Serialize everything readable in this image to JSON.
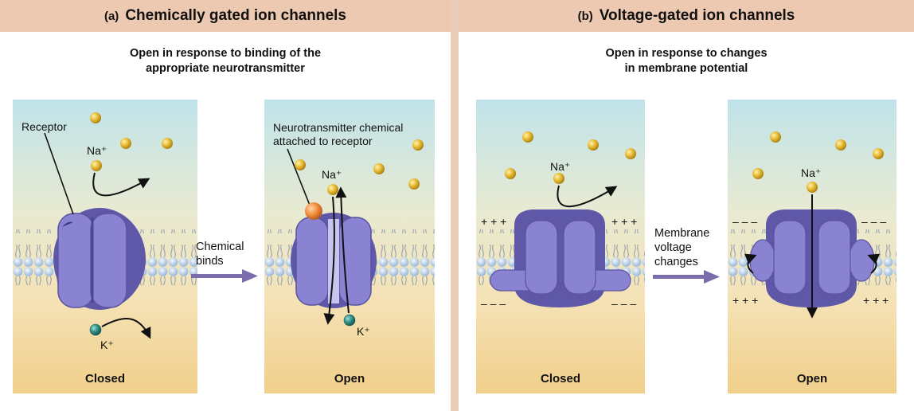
{
  "panel_a": {
    "letter": "(a)",
    "title": "Chemically gated ion channels",
    "subtitle_line1": "Open in response to binding of the",
    "subtitle_line2": "appropriate neurotransmitter",
    "closed": {
      "receptor_label": "Receptor",
      "na_label": "Na⁺",
      "k_label": "K⁺",
      "state": "Closed"
    },
    "arrow_label_line1": "Chemical",
    "arrow_label_line2": "binds",
    "open": {
      "nt_label_line1": "Neurotransmitter chemical",
      "nt_label_line2": "attached to receptor",
      "na_label": "Na⁺",
      "k_label": "K⁺",
      "state": "Open"
    }
  },
  "panel_b": {
    "letter": "(b)",
    "title": "Voltage-gated ion channels",
    "subtitle_line1": "Open in response to changes",
    "subtitle_line2": "in membrane potential",
    "closed": {
      "na_label": "Na⁺",
      "plus_charges": "+ + +",
      "minus_charges": "– – –",
      "state": "Closed"
    },
    "arrow_label_line1": "Membrane",
    "arrow_label_line2": "voltage",
    "arrow_label_line3": "changes",
    "open": {
      "na_label": "Na⁺",
      "plus_charges": "+ + +",
      "minus_charges": "– – –",
      "state": "Open"
    }
  },
  "colors": {
    "header": "#ecc9b0",
    "channel": "#7d76c6",
    "sodium": "#e4b52c",
    "potassium": "#2f8f86",
    "potassium_outline": "#1f5f5a",
    "arrow": "#7b6cae",
    "neurotransmitter": "#ef8a3a"
  }
}
